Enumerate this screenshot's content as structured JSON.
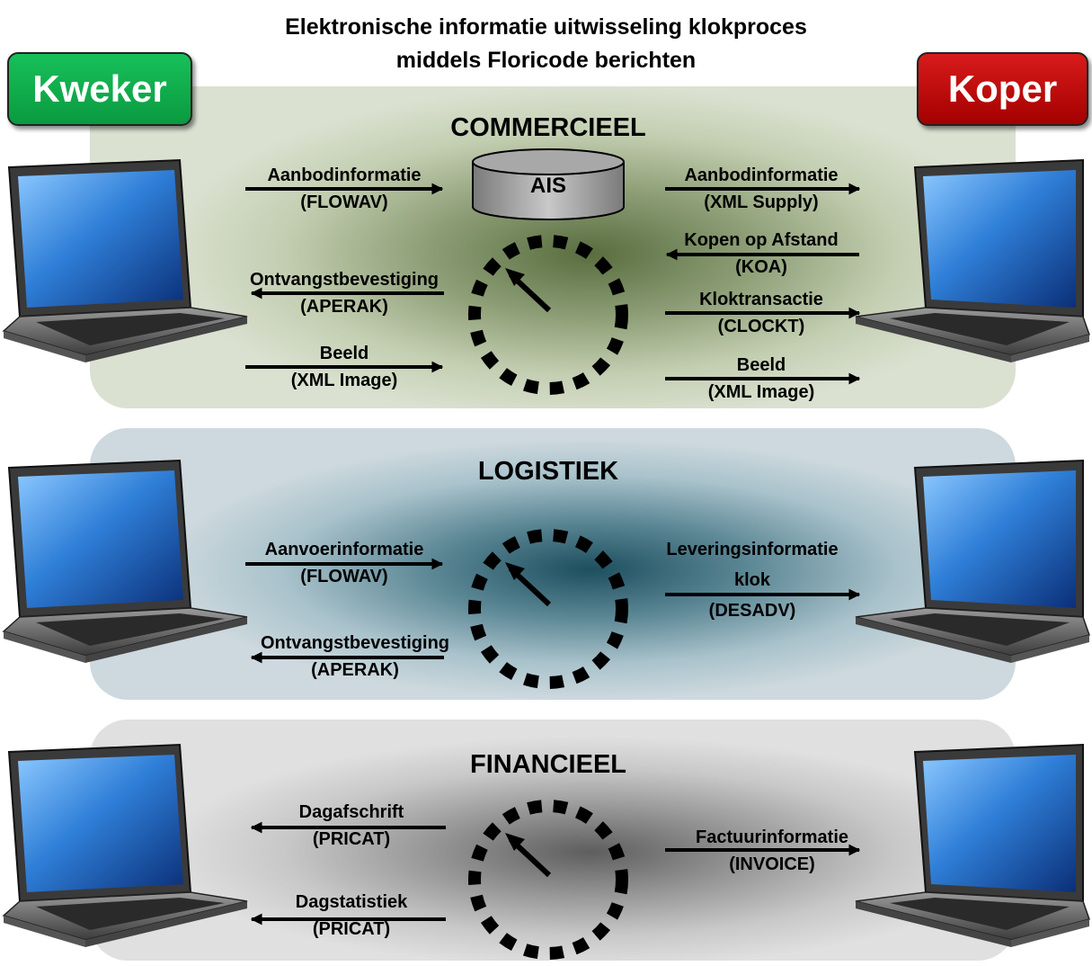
{
  "title": {
    "line1": "Elektronische informatie uitwisseling klokproces",
    "line2": "middels Floricode berichten"
  },
  "badges": {
    "kweker": "Kweker",
    "koper": "Koper"
  },
  "sections": {
    "commercieel": {
      "title": "COMMERCIEEL",
      "ais": "AIS",
      "left": {
        "aanbod": [
          "Aanbodinformatie",
          "(FLOWAV)"
        ],
        "ontvangst": [
          "Ontvangstbevestiging",
          "(APERAK)"
        ],
        "beeld": [
          "Beeld",
          "(XML Image)"
        ]
      },
      "right": {
        "aanbod": [
          "Aanbodinformatie",
          "(XML Supply)"
        ],
        "koa": [
          "Kopen op Afstand",
          "(KOA)"
        ],
        "klok": [
          "Kloktransactie",
          "(CLOCKT)"
        ],
        "beeld": [
          "Beeld",
          "(XML Image)"
        ]
      }
    },
    "logistiek": {
      "title": "LOGISTIEK",
      "left": {
        "aanvoer": [
          "Aanvoerinformatie",
          "(FLOWAV)"
        ],
        "ontvangst": [
          "Ontvangstbevestiging",
          "(APERAK)"
        ]
      },
      "right": {
        "levering": [
          "Leveringsinformatie",
          "klok",
          "(DESADV)"
        ]
      }
    },
    "financieel": {
      "title": "FINANCIEEL",
      "left": {
        "dagafschrift": [
          "Dagafschrift",
          "(PRICAT)"
        ],
        "dagstatistiek": [
          "Dagstatistiek",
          "(PRICAT)"
        ]
      },
      "right": {
        "factuur": [
          "Factuurinformatie",
          "(INVOICE)"
        ]
      }
    }
  },
  "colors": {
    "kweker": "#0fae4c",
    "koper": "#c00000",
    "commercieel": "#596d3f",
    "logistiek": "#1d4f5f",
    "financieel": "#5e5e5e",
    "screen": "#2f7fd8"
  },
  "icons": [
    "laptop-icon",
    "clock-icon",
    "database-icon",
    "arrow-right",
    "arrow-left"
  ]
}
